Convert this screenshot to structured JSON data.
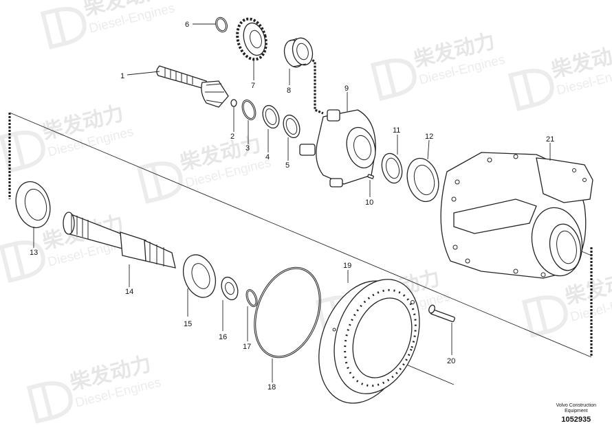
{
  "watermark": {
    "brand_cn": "柴发动力",
    "brand_en": "Diesel-Engines"
  },
  "callouts": [
    "1",
    "2",
    "3",
    "4",
    "5",
    "6",
    "7",
    "8",
    "9",
    "10",
    "11",
    "12",
    "13",
    "14",
    "15",
    "16",
    "17",
    "18",
    "19",
    "20",
    "21"
  ],
  "caption": {
    "company": "Volvo Construction",
    "division": "Equipment",
    "drawing_number": "1052935"
  }
}
